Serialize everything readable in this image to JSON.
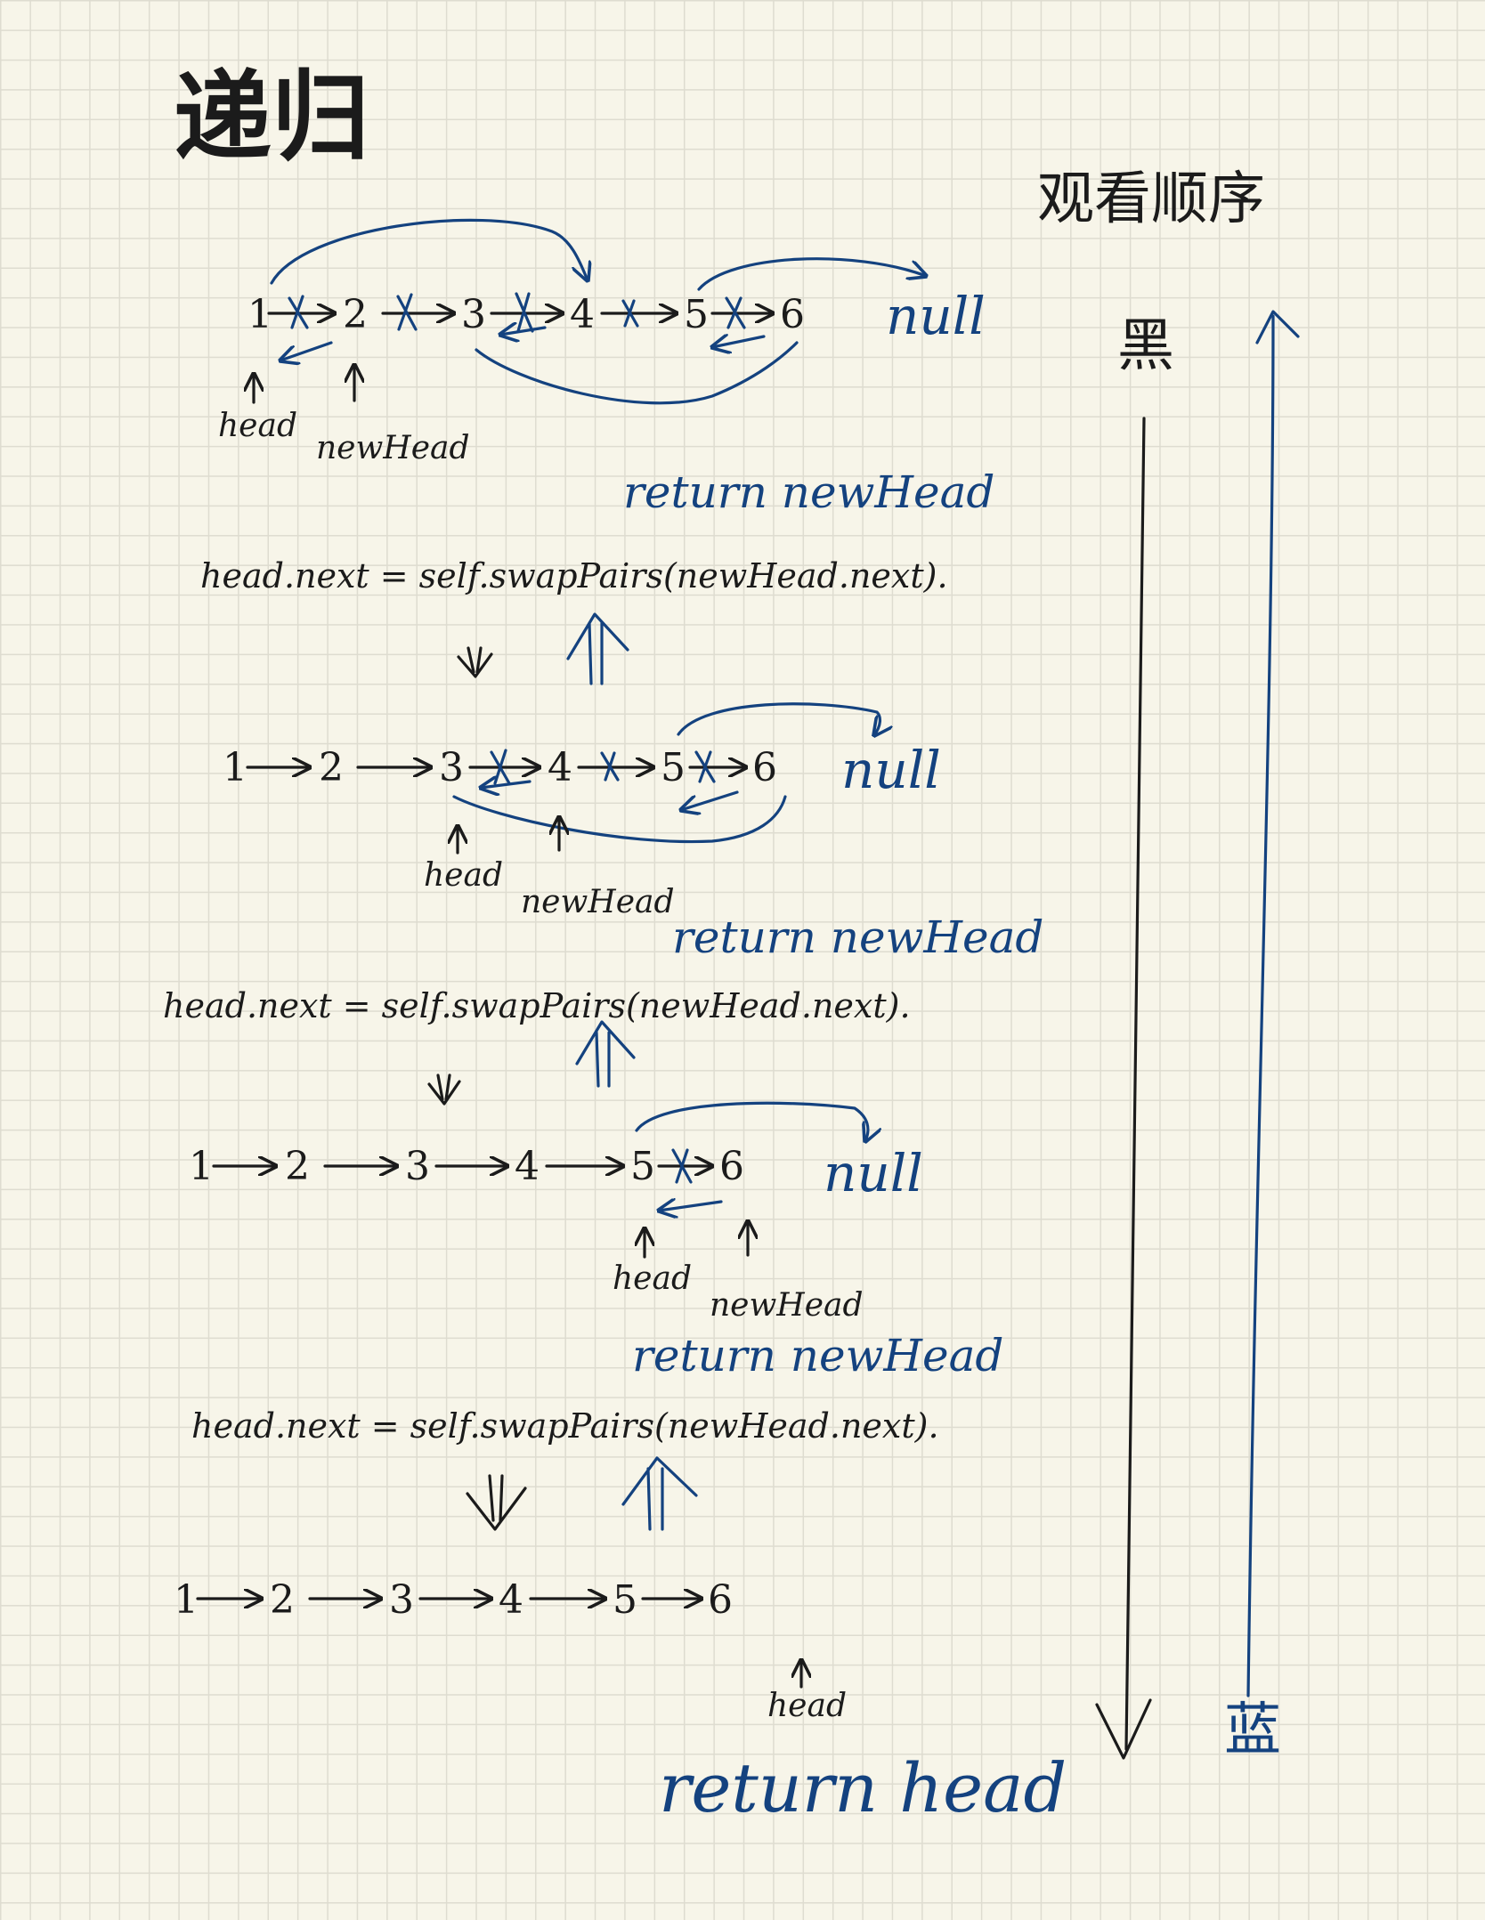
{
  "title": "递归",
  "order_label": "观看顺序",
  "black_label": "黑",
  "blue_label": "蓝",
  "colors": {
    "paper": "#f7f5e9",
    "black_ink": "#1b1b1b",
    "blue_ink": "#14427f",
    "grid": "#dedcd0"
  },
  "lists": [
    {
      "nodes": [
        "1",
        "2",
        "3",
        "4",
        "5",
        "6"
      ],
      "null_text": "null",
      "head_label": "head",
      "new_head_label": "newHead"
    },
    {
      "nodes": [
        "1",
        "2",
        "3",
        "4",
        "5",
        "6"
      ],
      "null_text": "null",
      "head_label": "head",
      "new_head_label": "newHead"
    },
    {
      "nodes": [
        "1",
        "2",
        "3",
        "4",
        "5",
        "6"
      ],
      "null_text": "null",
      "head_label": "head",
      "new_head_label": "newHead"
    },
    {
      "nodes": [
        "1",
        "2",
        "3",
        "4",
        "5",
        "6"
      ],
      "head_label": "head"
    }
  ],
  "code_line": "head.next = self.swapPairs(newHead.next).",
  "return_text": "return  newHead",
  "final_return": "return  head"
}
